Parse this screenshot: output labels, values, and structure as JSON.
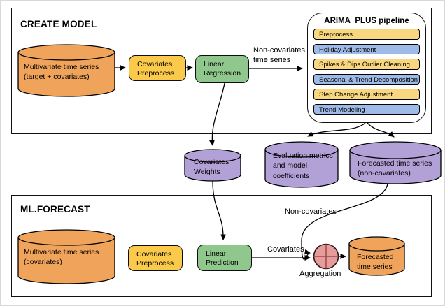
{
  "palette": {
    "source_cylinder": "#F0A45B",
    "result_cylinder": "#B2A1D6",
    "preprocess_node": "#FBCA4A",
    "model_node": "#8FC78C",
    "pipeline_step_yellow": "#F9D77E",
    "pipeline_step_blue": "#9EBAE7",
    "aggregation_fill": "#E79C9C"
  },
  "create_model": {
    "title": "CREATE MODEL",
    "source": "Multivariate time series\n(target + covariates)",
    "preprocess": "Covariates\nPreprocess",
    "regression": "Linear\nRegression",
    "edge_label": "Non-covariates\ntime series"
  },
  "pipeline": {
    "title": "ARIMA_PLUS pipeline",
    "steps": [
      {
        "label": "Preprocess",
        "color": "#F9D77E"
      },
      {
        "label": "Holiday Adjustment",
        "color": "#9EBAE7"
      },
      {
        "label": "Spikes & Dips Outlier Cleaning",
        "color": "#F9D77E"
      },
      {
        "label": "Seasonal & Trend Decomposition",
        "color": "#9EBAE7"
      },
      {
        "label": "Step Change Adjustment",
        "color": "#F9D77E"
      },
      {
        "label": "Trend Modeling",
        "color": "#9EBAE7"
      }
    ]
  },
  "intermediate": {
    "covariates_weights": "Covariates\nWeights",
    "evaluation": "Evaluation metrics\nand model\ncoefficients",
    "forecast_noncov": "Forecasted time series\n(non-covariates)"
  },
  "ml_forecast": {
    "title": "ML.FORECAST",
    "source": "Multivariate time series\n(covariates)",
    "preprocess": "Covariates\nPreprocess",
    "prediction": "Linear\nPrediction",
    "noncov_label": "Non-covariates",
    "cov_label": "Covariates",
    "aggregation_label": "Aggregation",
    "output": "Forecasted\ntime series"
  }
}
